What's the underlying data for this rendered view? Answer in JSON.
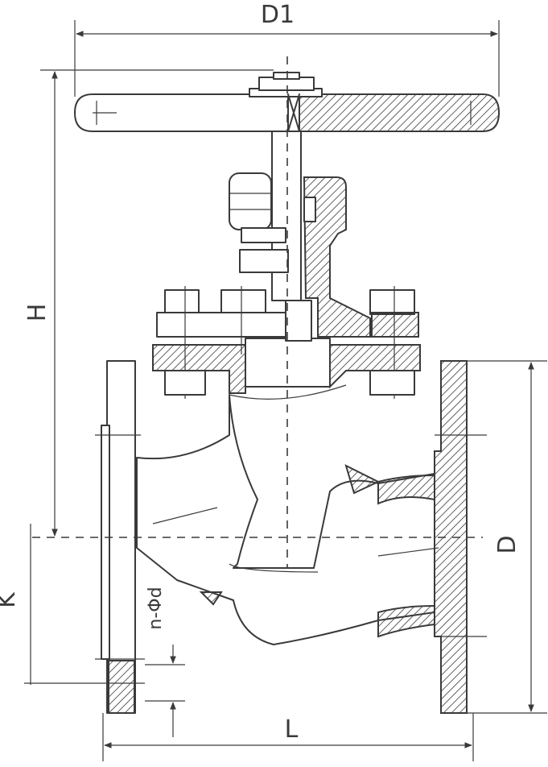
{
  "labels": {
    "d1": "D1",
    "h": "H",
    "d": "D",
    "k": "K",
    "l": "L",
    "nd": "n-Φd"
  }
}
